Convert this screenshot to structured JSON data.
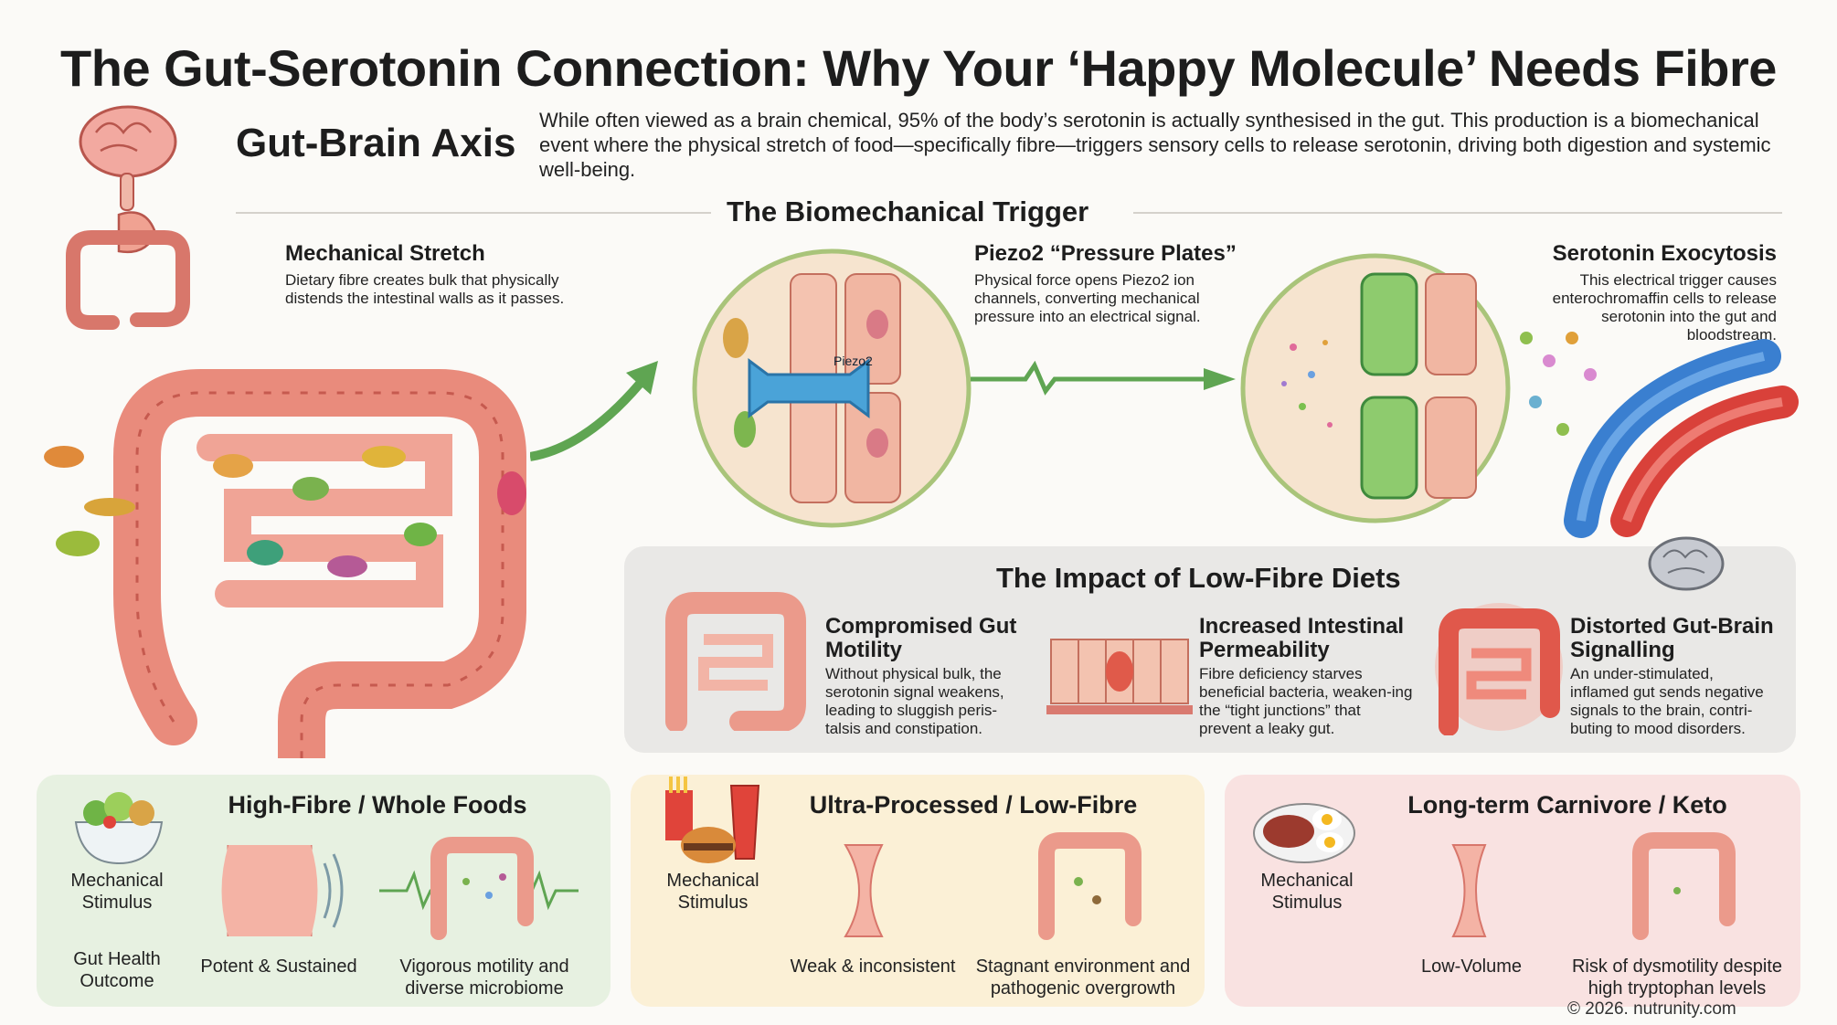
{
  "title": "The Gut-Serotonin Connection: Why Your ‘Happy Molecule’ Needs Fibre",
  "intro": {
    "heading": "Gut-Brain Axis",
    "text": "While often viewed as a brain chemical, 95% of the body’s serotonin is actually synthesised in the gut. This production is a biomechanical event where the physical stretch of food—specifically fibre—triggers sensory cells to release serotonin, driving both digestion and systemic well-being."
  },
  "trigger": {
    "heading": "The Biomechanical Trigger",
    "steps": [
      {
        "label": "Mechanical Stretch",
        "text": "Dietary fibre creates bulk that physically distends the intestinal walls as it passes."
      },
      {
        "label": "Piezo2 “Pressure Plates”",
        "text": "Physical force opens Piezo2 ion channels, converting mechanical pressure into an electrical signal."
      },
      {
        "label": "Serotonin Exocytosis",
        "text": "This electrical trigger causes enterochromaffin cells to release serotonin into the gut and bloodstream."
      }
    ],
    "channel_label": "Piezo2"
  },
  "impact": {
    "heading": "The Impact of Low-Fibre Diets",
    "items": [
      {
        "label": "Compromised Gut Motility",
        "text": "Without physical bulk, the serotonin signal weakens, leading to sluggish peris-talsis and constipation."
      },
      {
        "label": "Increased Intestinal Permeability",
        "text": "Fibre deficiency starves beneficial bacteria, weaken-ing the “tight junctions” that prevent a leaky gut."
      },
      {
        "label": "Distorted Gut-Brain Signalling",
        "text": "An under-stimulated, inflamed gut sends negative signals to the brain, contri-buting to mood disorders."
      }
    ]
  },
  "diets": {
    "row_stimulus": "Mechanical Stimulus",
    "row_outcome": "Gut Health Outcome",
    "cards": [
      {
        "title": "High-Fibre / Whole Foods",
        "stimulus": "Potent & Sustained",
        "outcome": "Vigorous motility and diverse microbiome",
        "bg": "#e7f1e1"
      },
      {
        "title": "Ultra-Processed / Low-Fibre",
        "stimulus": "Weak & inconsistent",
        "outcome": "Stagnant environment and pathogenic overgrowth",
        "bg": "#fbf0d6"
      },
      {
        "title": "Long-term Carnivore / Keto",
        "stimulus": "Low-Volume",
        "outcome": "Risk of dysmotility despite high tryptophan levels",
        "bg": "#f9e2e1"
      }
    ]
  },
  "credit": "© 2026. nutrunity.com",
  "colors": {
    "gut": "#ef9a8c",
    "gut_dark": "#c85e54",
    "arrow": "#5fa552",
    "piezo": "#4aa3d8",
    "vein": "#3a7fd0",
    "artery": "#d9413a"
  }
}
